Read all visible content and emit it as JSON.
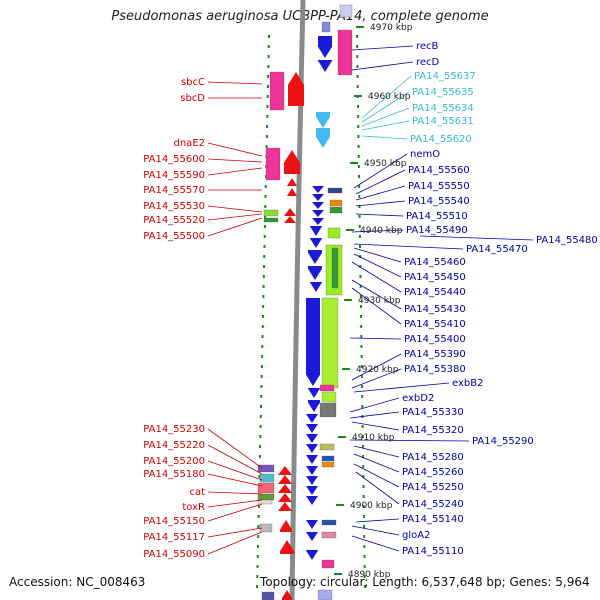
{
  "title": "Pseudomonas aeruginosa UCBPP-PA14, complete genome",
  "footer": {
    "accession": "Accession: NC_008463",
    "topology": "Topology: circular; Length: 6,537,648 bp; Genes: 5,964"
  },
  "colors": {
    "left_label": "#cc0000",
    "right_label": "#0000aa",
    "cyan_label": "#33bbdd",
    "backbone": "#888888"
  },
  "kbp_ticks": [
    {
      "label": "4970 kbp"
    },
    {
      "label": "4960 kbp"
    },
    {
      "label": "4950 kbp"
    },
    {
      "label": "4940 kbp"
    },
    {
      "label": "4930 kbp"
    },
    {
      "label": "4920 kbp"
    },
    {
      "label": "4910 kbp"
    },
    {
      "label": "4900 kbp"
    },
    {
      "label": "4890 kbp"
    }
  ],
  "left_labels": [
    "sbcC",
    "sbcD",
    "dnaE2",
    "PA14_55600",
    "PA14_55590",
    "PA14_55570",
    "PA14_55530",
    "PA14_55520",
    "PA14_55500",
    "PA14_55230",
    "PA14_55220",
    "PA14_55200",
    "PA14_55180",
    "cat",
    "toxR",
    "PA14_55150",
    "PA14_55117",
    "PA14_55090"
  ],
  "right_labels": [
    {
      "text": "recB",
      "cyan": false
    },
    {
      "text": "recD",
      "cyan": false
    },
    {
      "text": "PA14_55637",
      "cyan": true
    },
    {
      "text": "PA14_55635",
      "cyan": true
    },
    {
      "text": "PA14_55634",
      "cyan": true
    },
    {
      "text": "PA14_55631",
      "cyan": true
    },
    {
      "text": "PA14_55620",
      "cyan": true
    },
    {
      "text": "nemO",
      "cyan": false
    },
    {
      "text": "PA14_55560",
      "cyan": false
    },
    {
      "text": "PA14_55550",
      "cyan": false
    },
    {
      "text": "PA14_55540",
      "cyan": false
    },
    {
      "text": "PA14_55510",
      "cyan": false
    },
    {
      "text": "PA14_55490",
      "cyan": false
    },
    {
      "text": "PA14_55480",
      "cyan": false
    },
    {
      "text": "PA14_55470",
      "cyan": false
    },
    {
      "text": "PA14_55460",
      "cyan": false
    },
    {
      "text": "PA14_55450",
      "cyan": false
    },
    {
      "text": "PA14_55440",
      "cyan": false
    },
    {
      "text": "PA14_55430",
      "cyan": false
    },
    {
      "text": "PA14_55410",
      "cyan": false
    },
    {
      "text": "PA14_55400",
      "cyan": false
    },
    {
      "text": "PA14_55390",
      "cyan": false
    },
    {
      "text": "PA14_55380",
      "cyan": false
    },
    {
      "text": "exbB2",
      "cyan": false
    },
    {
      "text": "exbD2",
      "cyan": false
    },
    {
      "text": "PA14_55330",
      "cyan": false
    },
    {
      "text": "PA14_55320",
      "cyan": false
    },
    {
      "text": "PA14_55290",
      "cyan": false
    },
    {
      "text": "PA14_55280",
      "cyan": false
    },
    {
      "text": "PA14_55260",
      "cyan": false
    },
    {
      "text": "PA14_55250",
      "cyan": false
    },
    {
      "text": "PA14_55240",
      "cyan": false
    },
    {
      "text": "PA14_55140",
      "cyan": false
    },
    {
      "text": "gloA2",
      "cyan": false
    },
    {
      "text": "PA14_55110",
      "cyan": false
    }
  ]
}
